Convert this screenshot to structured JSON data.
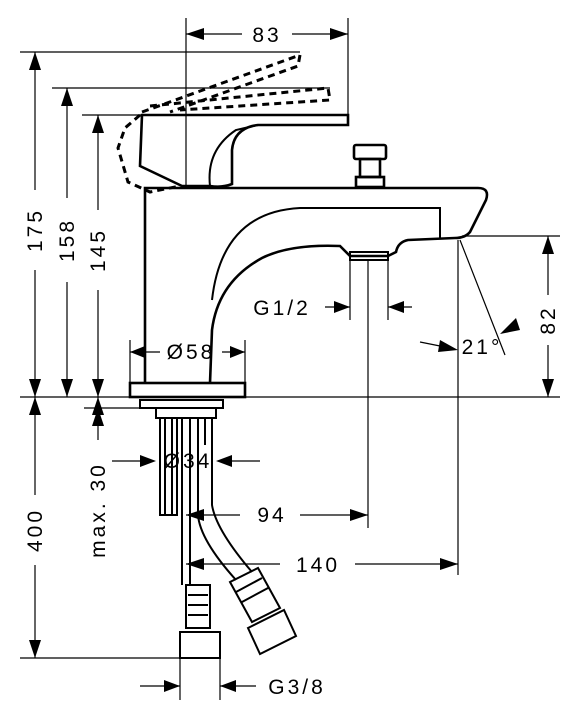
{
  "dimensions": {
    "width_83": "83",
    "height_175": "175",
    "height_158": "158",
    "height_145": "145",
    "diameter_58": "Ø58",
    "thread_g12": "G1/2",
    "angle_21": "21°",
    "height_82": "82",
    "max_30": "max. 30",
    "diameter_34": "Ø34",
    "depth_400": "400",
    "offset_94": "94",
    "reach_140": "140",
    "thread_g38": "G3/8"
  }
}
